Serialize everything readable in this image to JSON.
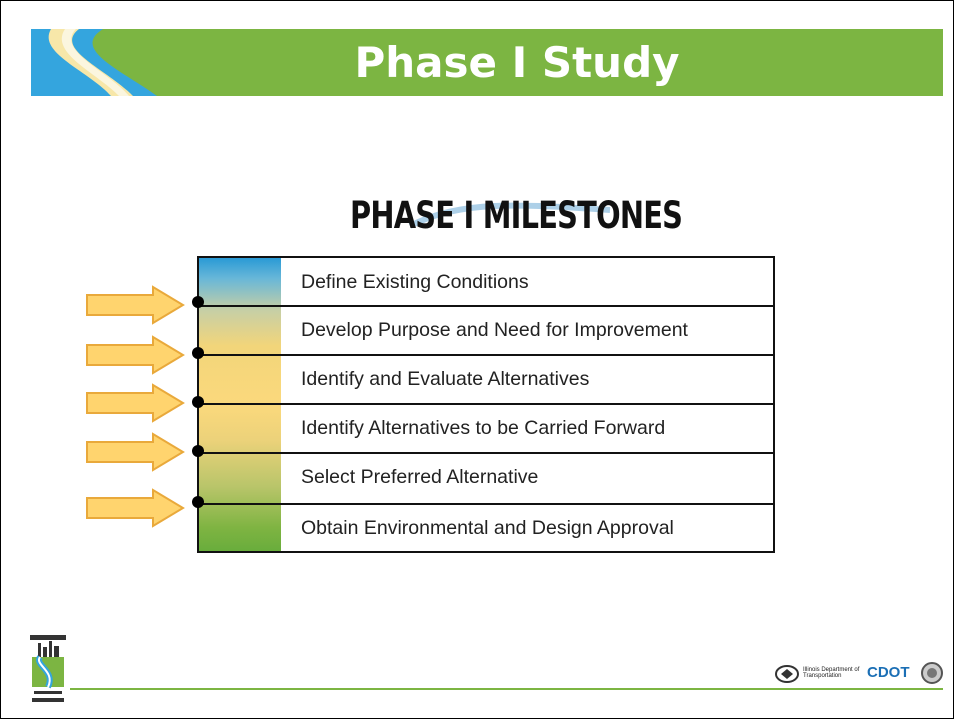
{
  "header": {
    "title": "Phase I Study"
  },
  "heading": "PHASE I MILESTONES",
  "milestones": [
    "Define Existing Conditions",
    "Develop Purpose and Need for Improvement",
    "Identify and Evaluate Alternatives",
    "Identify Alternatives to be Carried Forward",
    "Select Preferred Alternative",
    "Obtain Environmental and Design Approval"
  ],
  "footer": {
    "idot": "Illinois Department of Transportation",
    "cdot": "CDOT"
  },
  "colors": {
    "brand_green": "#7cb542",
    "arrow_fill": "#ffd46e",
    "arrow_stroke": "#e9a93b"
  }
}
